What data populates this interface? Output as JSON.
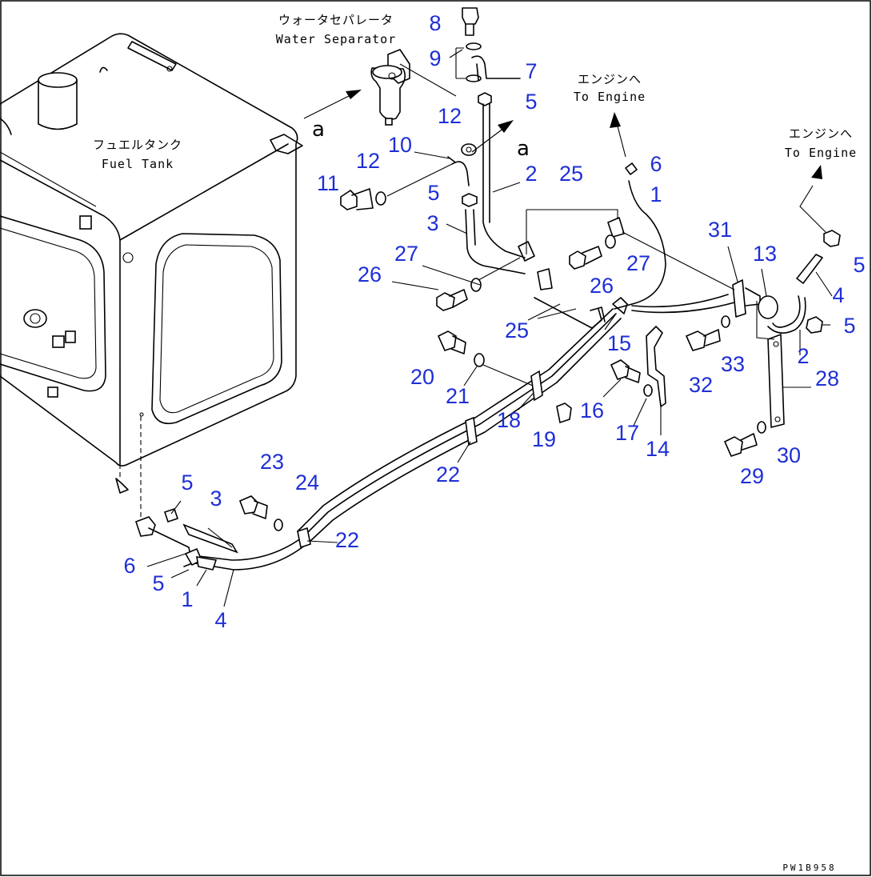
{
  "diagram": {
    "labels": {
      "water_separator_jp": "ウォータセパレータ",
      "water_separator_en": "Water Separator",
      "fuel_tank_jp": "フュエルタンク",
      "fuel_tank_en": "Fuel Tank",
      "to_engine_jp": "エンジンへ",
      "to_engine_en": "To Engine",
      "view_letter": "a",
      "drawing_code": "PW1B958"
    },
    "callouts": {
      "c8": "8",
      "c9": "9",
      "c7": "7",
      "c5a": "5",
      "c12a": "12",
      "c10": "10",
      "c12b": "12",
      "c11": "11",
      "c5b": "5",
      "c2a": "2",
      "c25a": "25",
      "c6a": "6",
      "c1a": "1",
      "c3a": "3",
      "c27a": "27",
      "c26a": "26",
      "c26b": "26",
      "c27b": "27",
      "c31": "31",
      "c13": "13",
      "c5c": "5",
      "c4a": "4",
      "c5d": "5",
      "c2b": "2",
      "c25b": "25",
      "c15": "15",
      "c20": "20",
      "c21": "21",
      "c18": "18",
      "c19": "19",
      "c16": "16",
      "c17": "17",
      "c14": "14",
      "c32": "32",
      "c33": "33",
      "c28": "28",
      "c29": "29",
      "c30": "30",
      "c22a": "22",
      "c23": "23",
      "c24": "24",
      "c5e": "5",
      "c3b": "3",
      "c22b": "22",
      "c6b": "6",
      "c5f": "5",
      "c1b": "1",
      "c4b": "4"
    }
  }
}
